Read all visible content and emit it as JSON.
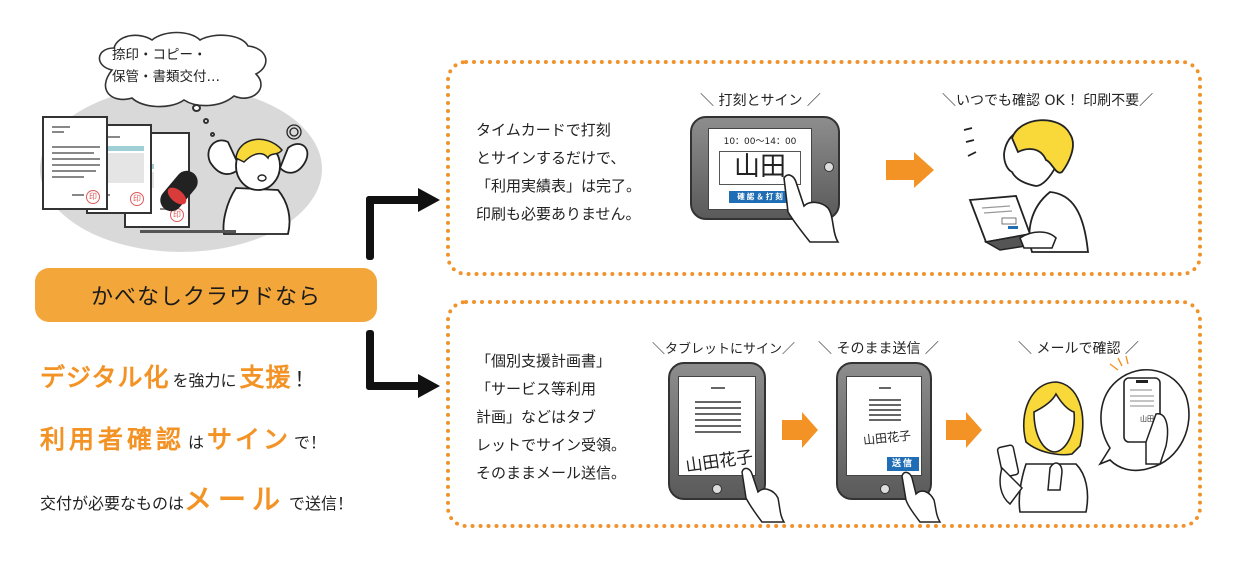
{
  "thought_bubble": {
    "line1": "捺印・コピー・",
    "line2": "保管・書類交付…"
  },
  "stamp_glyph": "印",
  "cta": {
    "label": "かべなしクラウドなら"
  },
  "slogans": [
    {
      "parts": [
        {
          "text": "デジタル化",
          "highlight": true
        },
        {
          "text": "を強力に",
          "highlight": false
        },
        {
          "text": "支援",
          "highlight": true
        },
        {
          "text": "！",
          "highlight": false
        }
      ]
    },
    {
      "parts": [
        {
          "text": "利用者確認",
          "highlight": true
        },
        {
          "text": "は",
          "highlight": false
        },
        {
          "text": "サイン",
          "highlight": true
        },
        {
          "text": "で！",
          "highlight": false
        }
      ]
    },
    {
      "parts": [
        {
          "text": "交付が必要なものは",
          "highlight": false
        },
        {
          "text": "メール",
          "highlight": true
        },
        {
          "text": "で送信！",
          "highlight": false
        }
      ]
    }
  ],
  "panel_top": {
    "description": [
      "タイムカードで打刻",
      "とサインするだけで、",
      "「利用実績表」は完了。",
      "印刷も必要ありません。"
    ],
    "step1": {
      "caption": "＼ 打刻とサイン ／",
      "time_range": "10：00～14：00",
      "signature": "山田",
      "button": "確認＆打刻"
    },
    "step2": {
      "caption": "＼いつでも確認 OK ！印刷不要／"
    }
  },
  "panel_bottom": {
    "description": [
      "「個別支援計画書」",
      "「サービス等利用",
      "計画」などはタブ",
      "レットでサイン受領。",
      "そのままメール送信。"
    ],
    "step1": {
      "caption": "＼タブレットにサイン／",
      "signature": "山田花子"
    },
    "step2": {
      "caption": "＼ そのまま送信 ／",
      "signature": "山田花子",
      "button": "送信"
    },
    "step3": {
      "caption": "＼ メールで確認 ／",
      "phone_signature": "山田"
    }
  },
  "colors": {
    "accent_orange": "#f39325",
    "pill_orange": "#f3a63a",
    "dotted_border": "#f0932b",
    "button_blue": "#1f6db5",
    "hair_yellow": "#f9d93a",
    "oval_gray": "#d9d9d9"
  }
}
